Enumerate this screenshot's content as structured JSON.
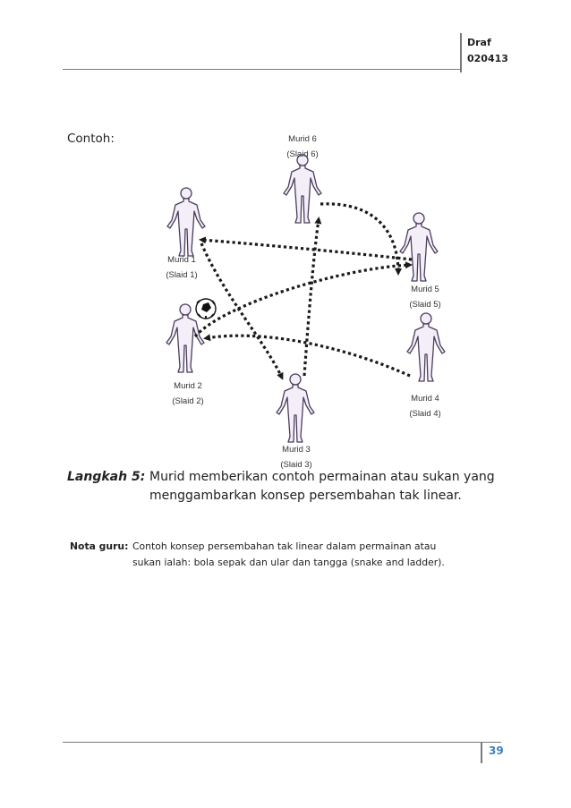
{
  "header": {
    "draft_line1": "Draf",
    "draft_line2": "020413"
  },
  "example_label": "Contoh:",
  "figure": {
    "students": [
      {
        "name": "Murid 1",
        "slide": "(Slaid 1)"
      },
      {
        "name": "Murid 2",
        "slide": "(Slaid 2)"
      },
      {
        "name": "Murid 3",
        "slide": "(Slaid 3)"
      },
      {
        "name": "Murid 4",
        "slide": "(Slaid 4)"
      },
      {
        "name": "Murid 5",
        "slide": "(Slaid 5)"
      },
      {
        "name": "Murid 6",
        "slide": "(Slaid 6)"
      }
    ]
  },
  "step": {
    "label": "Langkah 5:",
    "text": "Murid memberikan contoh permainan atau sukan yang menggambarkan konsep persembahan tak linear."
  },
  "note": {
    "label": "Nota guru:",
    "line1": "Contoh konsep persembahan tak linear dalam permainan atau",
    "line2": "sukan ialah: bola sepak dan ular dan tangga (snake and ladder)."
  },
  "footer": {
    "page_number": "39"
  }
}
